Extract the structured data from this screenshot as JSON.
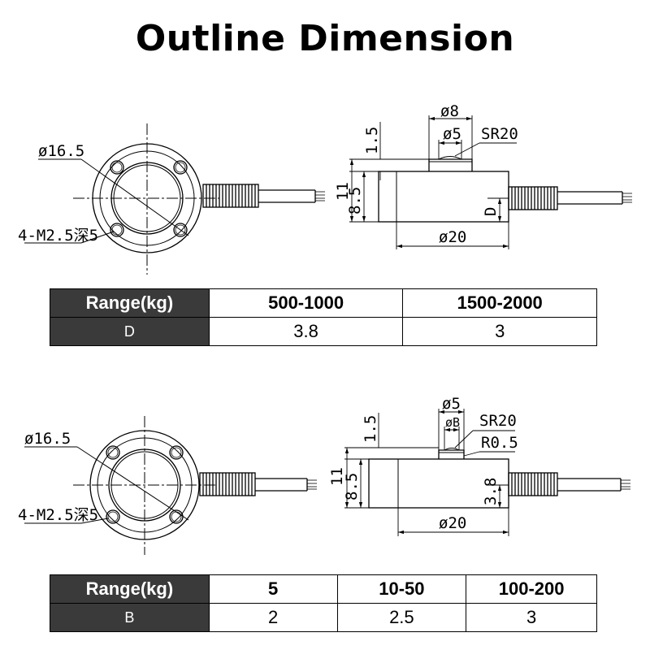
{
  "title": "Outline Dimension",
  "drawing1": {
    "dia_flange": "ø16.5",
    "holes": "4-M2.5深5",
    "dia_top_outer": "ø8",
    "dia_top_inner": "ø5",
    "sphere": "SR20",
    "height_top": "1.5",
    "height_total": "11",
    "height_body": "8.5",
    "cable_offset": "D",
    "dia_body": "ø20"
  },
  "table1": {
    "header_label": "Range(kg)",
    "ranges": [
      "500-1000",
      "1500-2000"
    ],
    "row_label": "D",
    "values": [
      "3.8",
      "3"
    ]
  },
  "drawing2": {
    "dia_flange": "ø16.5",
    "holes": "4-M2.5深5",
    "dia_top_outer": "ø5",
    "dia_top_inner": "øB",
    "sphere": "SR20",
    "fillet": "R0.5",
    "height_top": "1.5",
    "height_total": "11",
    "height_body": "8.5",
    "cable_offset": "3.8",
    "dia_body": "ø20"
  },
  "table2": {
    "header_label": "Range(kg)",
    "ranges": [
      "5",
      "10-50",
      "100-200"
    ],
    "row_label": "B",
    "values": [
      "2",
      "2.5",
      "3"
    ]
  }
}
